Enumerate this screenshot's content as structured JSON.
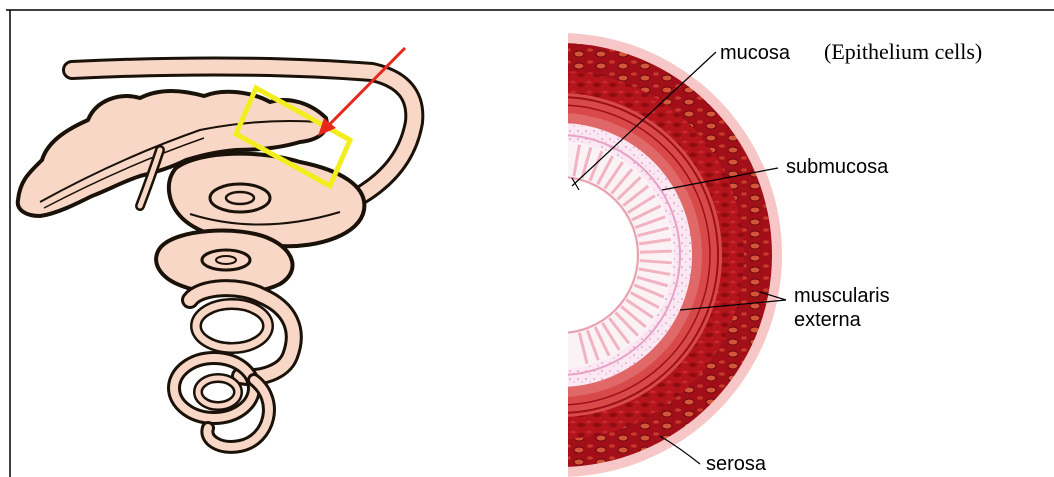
{
  "labels": {
    "mucosa": "mucosa",
    "epithelium": "(Epithelium cells)",
    "submucosa": "submucosa",
    "muscularis_line1": "muscularis",
    "muscularis_line2": "externa",
    "serosa": "serosa"
  },
  "colors": {
    "intestine_fill": "#f9d7c7",
    "intestine_outline": "#1a1108",
    "highlight_box": "#f2ee1e",
    "pointer_arrow": "#e8271e",
    "serosa": "#f6c7c6",
    "muscularis": "#b4141c",
    "muscularis_inner": "#d84a4a",
    "submucosa": "#fbe8f2",
    "mucosa_villi": "#f1b3c1"
  }
}
